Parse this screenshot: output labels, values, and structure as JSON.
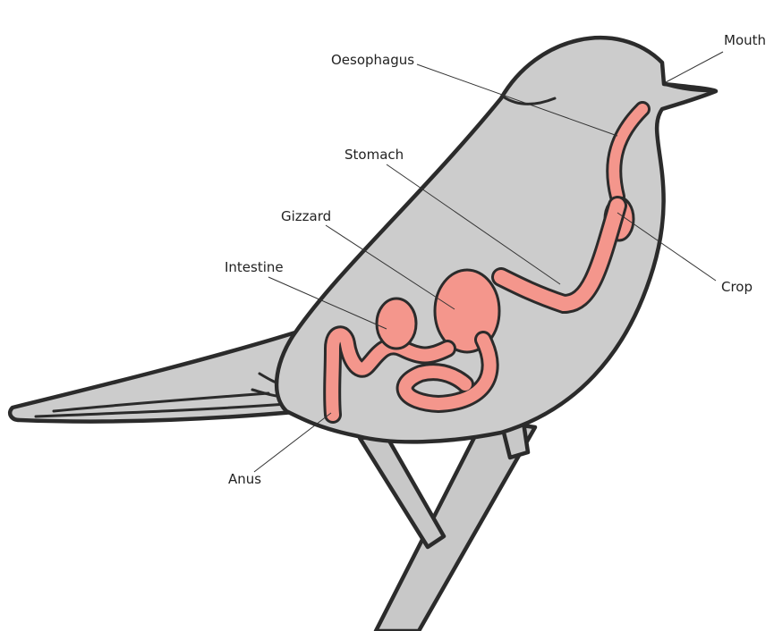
{
  "labels": {
    "mouth": "Mouth",
    "oesophagus": "Oesophagus",
    "stomach": "Stomach",
    "gizzard": "Gizzard",
    "intestine": "Intestine",
    "crop": "Crop",
    "anus": "Anus"
  },
  "colors": {
    "body": "#cccccc",
    "digestive_tract": "#f4968c",
    "outline": "#2b2b2b",
    "background": "#ffffff"
  }
}
